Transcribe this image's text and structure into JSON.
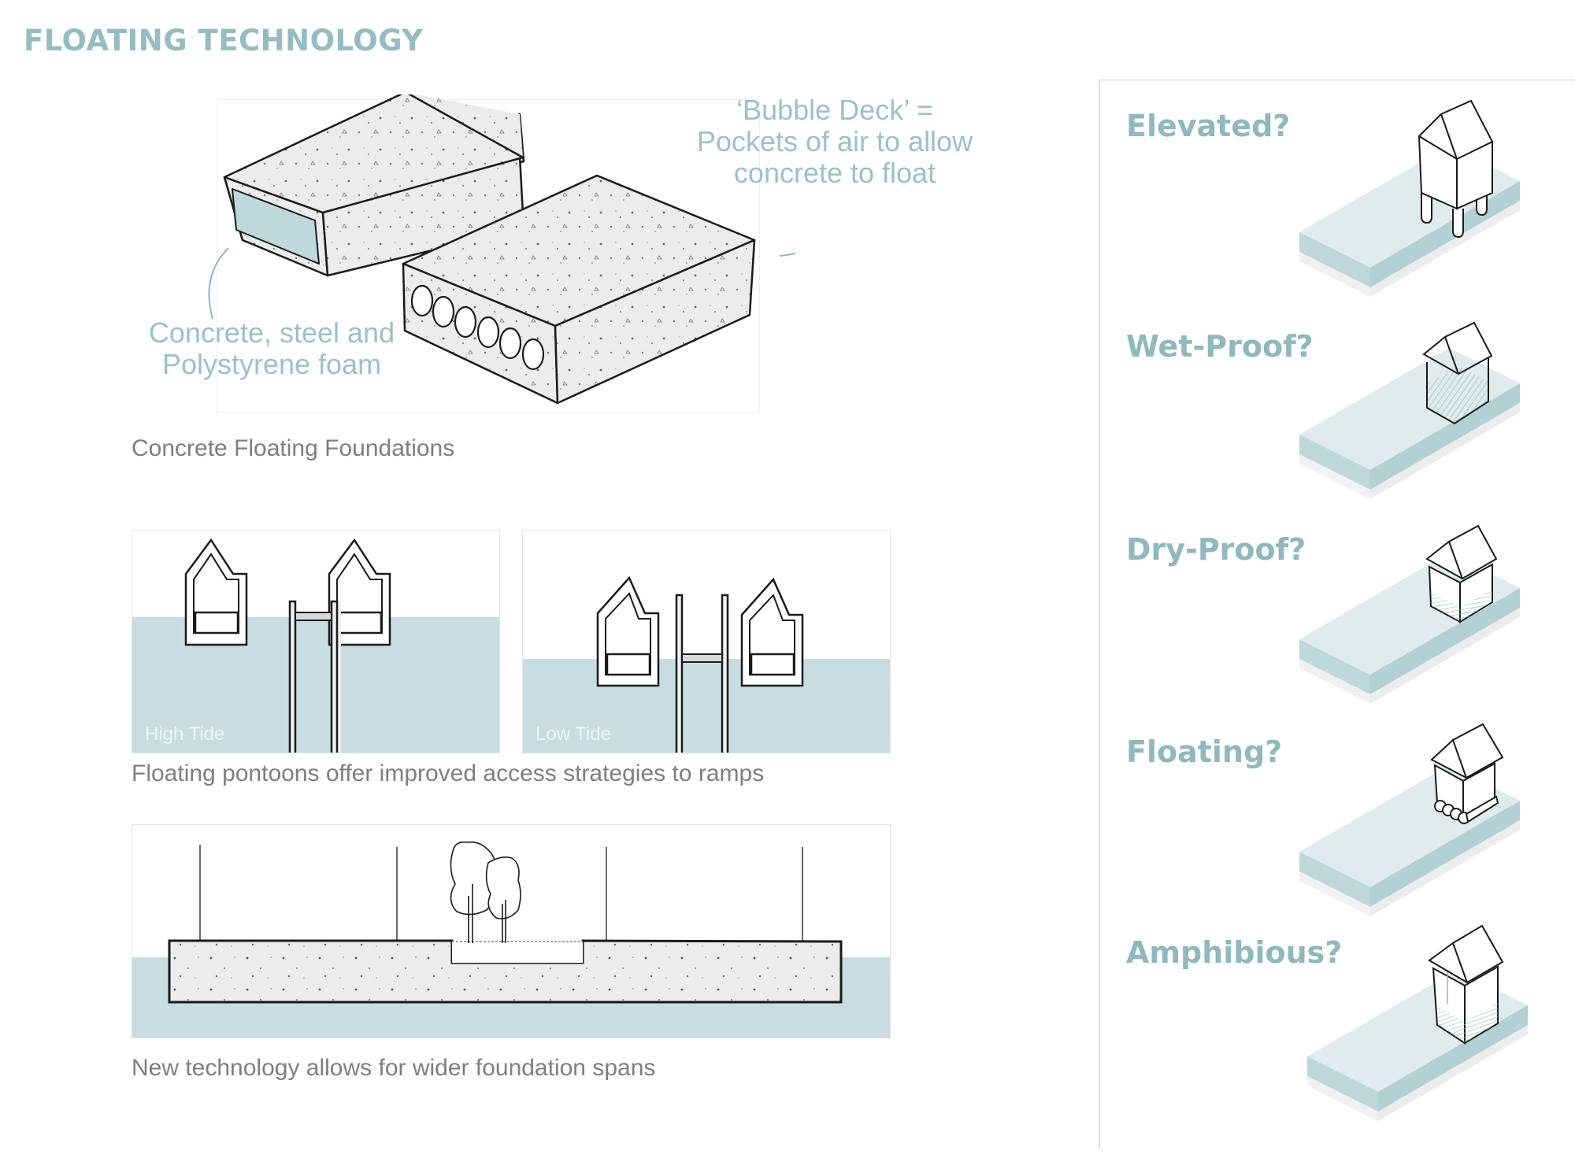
{
  "page": {
    "title": "FLOATING TECHNOLOGY",
    "colors": {
      "accent": "#96bcc3",
      "water": "#c8dde1",
      "concrete": "#ececec",
      "caption": "#7d7f82",
      "ink": "#1a1a1a"
    }
  },
  "concrete_foundations": {
    "annotation_left": [
      "Concrete, steel and",
      "Polystyrene foam"
    ],
    "annotation_right": [
      "‘Bubble Deck’ =",
      "Pockets of air to allow",
      "concrete to float"
    ],
    "caption": "Concrete Floating Foundations"
  },
  "pontoons": {
    "panels": [
      {
        "label": "High Tide"
      },
      {
        "label": "Low Tide"
      }
    ],
    "caption": "Floating pontoons offer improved access strategies to ramps"
  },
  "wide_spans": {
    "caption": "New technology allows for wider foundation spans"
  },
  "options": [
    {
      "label": "Elevated?",
      "icon": "elevated-house-icon"
    },
    {
      "label": "Wet-Proof?",
      "icon": "wet-proof-house-icon"
    },
    {
      "label": "Dry-Proof?",
      "icon": "dry-proof-house-icon"
    },
    {
      "label": "Floating?",
      "icon": "floating-house-icon"
    },
    {
      "label": "Amphibious?",
      "icon": "amphibious-house-icon"
    }
  ]
}
